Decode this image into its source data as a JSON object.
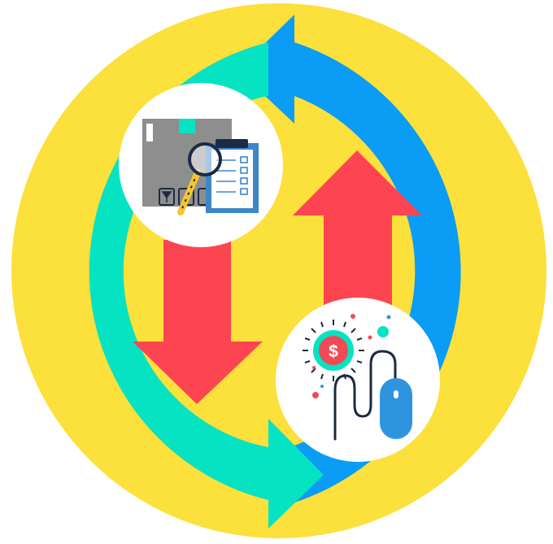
{
  "illustration": {
    "icons": [
      "circular-refresh-arrows",
      "inventory-box-inspection-icon",
      "online-payment-mouse-icon",
      "up-arrow",
      "down-arrow"
    ],
    "colors": {
      "background_disc": "#FCE03B",
      "outer_arrow_blue": "#0B9CF5",
      "outer_arrow_teal": "#05E3C2",
      "inner_arrows_red": "#FD4551",
      "badge_white": "#FFFFFF",
      "box_gray": "#8E8E8E",
      "clipboard_blue": "#3D86C8",
      "magnifier_handle": "#F6C62E",
      "mouse_blue": "#2F94E0",
      "coin_red": "#F04A55",
      "dark_outline": "#1D2A44"
    },
    "badges": {
      "top_left": {
        "icon": "inventory-box-inspection-icon"
      },
      "bottom_right": {
        "icon": "online-payment-mouse-icon",
        "coin_symbol": "$"
      }
    }
  }
}
